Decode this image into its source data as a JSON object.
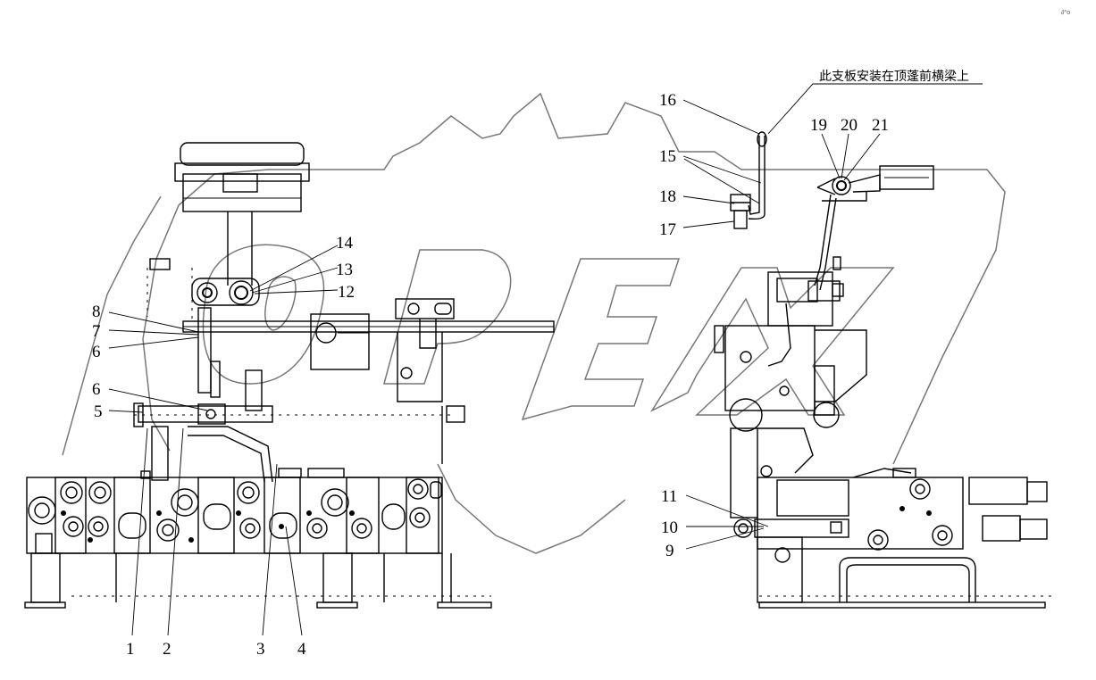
{
  "watermark": {
    "text": "OPEX"
  },
  "corner_mark": "∂°o",
  "note": "此支板安装在顶蓬前横梁上",
  "callouts": [
    {
      "id": "c1",
      "label": "1"
    },
    {
      "id": "c2",
      "label": "2"
    },
    {
      "id": "c3",
      "label": "3"
    },
    {
      "id": "c4",
      "label": "4"
    },
    {
      "id": "c5",
      "label": "5"
    },
    {
      "id": "c6a",
      "label": "6"
    },
    {
      "id": "c6b",
      "label": "6"
    },
    {
      "id": "c7",
      "label": "7"
    },
    {
      "id": "c8",
      "label": "8"
    },
    {
      "id": "c9",
      "label": "9"
    },
    {
      "id": "c10",
      "label": "10"
    },
    {
      "id": "c11",
      "label": "11"
    },
    {
      "id": "c12",
      "label": "12"
    },
    {
      "id": "c13",
      "label": "13"
    },
    {
      "id": "c14",
      "label": "14"
    },
    {
      "id": "c15",
      "label": "15"
    },
    {
      "id": "c16",
      "label": "16"
    },
    {
      "id": "c17",
      "label": "17"
    },
    {
      "id": "c18",
      "label": "18"
    },
    {
      "id": "c19",
      "label": "19"
    },
    {
      "id": "c20",
      "label": "20"
    },
    {
      "id": "c21",
      "label": "21"
    }
  ]
}
